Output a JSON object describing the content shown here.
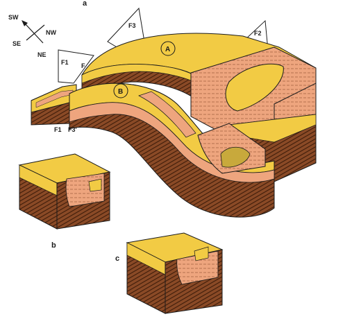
{
  "figure": {
    "panel_labels": {
      "a": "a",
      "b": "b",
      "c": "c"
    },
    "compass": {
      "sw": "SW",
      "nw": "NW",
      "se": "SE",
      "ne": "NE"
    },
    "faults": {
      "f1": "F1",
      "f2": "F2",
      "f3": "F3",
      "f1_front": "F1",
      "f3_front": "F3'",
      "f_small": "F"
    },
    "blocks": {
      "a": "A",
      "b": "B"
    }
  },
  "colors": {
    "yellow": "#f2cb44",
    "salmon": "#eea57e",
    "brown": "#8a4a26",
    "dark_brown": "#5a2c14",
    "ink": "#1a1a1a"
  }
}
